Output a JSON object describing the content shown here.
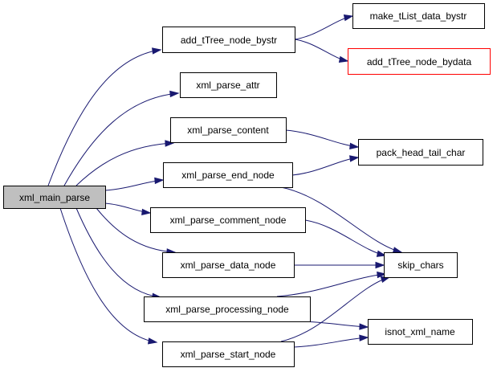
{
  "graph": {
    "colors": {
      "edge": "#191970",
      "root_fill": "#bfbfbf",
      "missing_border": "#ff0000"
    },
    "nodes": {
      "xml_main_parse": {
        "label": "xml_main_parse",
        "role": "root"
      },
      "add_tTree_node_bystr": {
        "label": "add_tTree_node_bystr"
      },
      "xml_parse_attr": {
        "label": "xml_parse_attr"
      },
      "xml_parse_content": {
        "label": "xml_parse_content"
      },
      "xml_parse_end_node": {
        "label": "xml_parse_end_node"
      },
      "xml_parse_comment_node": {
        "label": "xml_parse_comment_node"
      },
      "xml_parse_data_node": {
        "label": "xml_parse_data_node"
      },
      "xml_parse_processing_node": {
        "label": "xml_parse_processing_node"
      },
      "xml_parse_start_node": {
        "label": "xml_parse_start_node"
      },
      "make_tList_data_bystr": {
        "label": "make_tList_data_bystr"
      },
      "add_tTree_node_bydata": {
        "label": "add_tTree_node_bydata",
        "role": "missing"
      },
      "pack_head_tail_char": {
        "label": "pack_head_tail_char"
      },
      "skip_chars": {
        "label": "skip_chars"
      },
      "isnot_xml_name": {
        "label": "isnot_xml_name"
      }
    },
    "edges": [
      [
        "xml_main_parse",
        "add_tTree_node_bystr"
      ],
      [
        "xml_main_parse",
        "xml_parse_attr"
      ],
      [
        "xml_main_parse",
        "xml_parse_content"
      ],
      [
        "xml_main_parse",
        "xml_parse_end_node"
      ],
      [
        "xml_main_parse",
        "xml_parse_comment_node"
      ],
      [
        "xml_main_parse",
        "xml_parse_data_node"
      ],
      [
        "xml_main_parse",
        "xml_parse_processing_node"
      ],
      [
        "xml_main_parse",
        "xml_parse_start_node"
      ],
      [
        "add_tTree_node_bystr",
        "make_tList_data_bystr"
      ],
      [
        "add_tTree_node_bystr",
        "add_tTree_node_bydata"
      ],
      [
        "xml_parse_content",
        "pack_head_tail_char"
      ],
      [
        "xml_parse_end_node",
        "pack_head_tail_char"
      ],
      [
        "xml_parse_end_node",
        "skip_chars"
      ],
      [
        "xml_parse_comment_node",
        "skip_chars"
      ],
      [
        "xml_parse_data_node",
        "skip_chars"
      ],
      [
        "xml_parse_processing_node",
        "skip_chars"
      ],
      [
        "xml_parse_processing_node",
        "isnot_xml_name"
      ],
      [
        "xml_parse_start_node",
        "skip_chars"
      ],
      [
        "xml_parse_start_node",
        "isnot_xml_name"
      ]
    ]
  }
}
